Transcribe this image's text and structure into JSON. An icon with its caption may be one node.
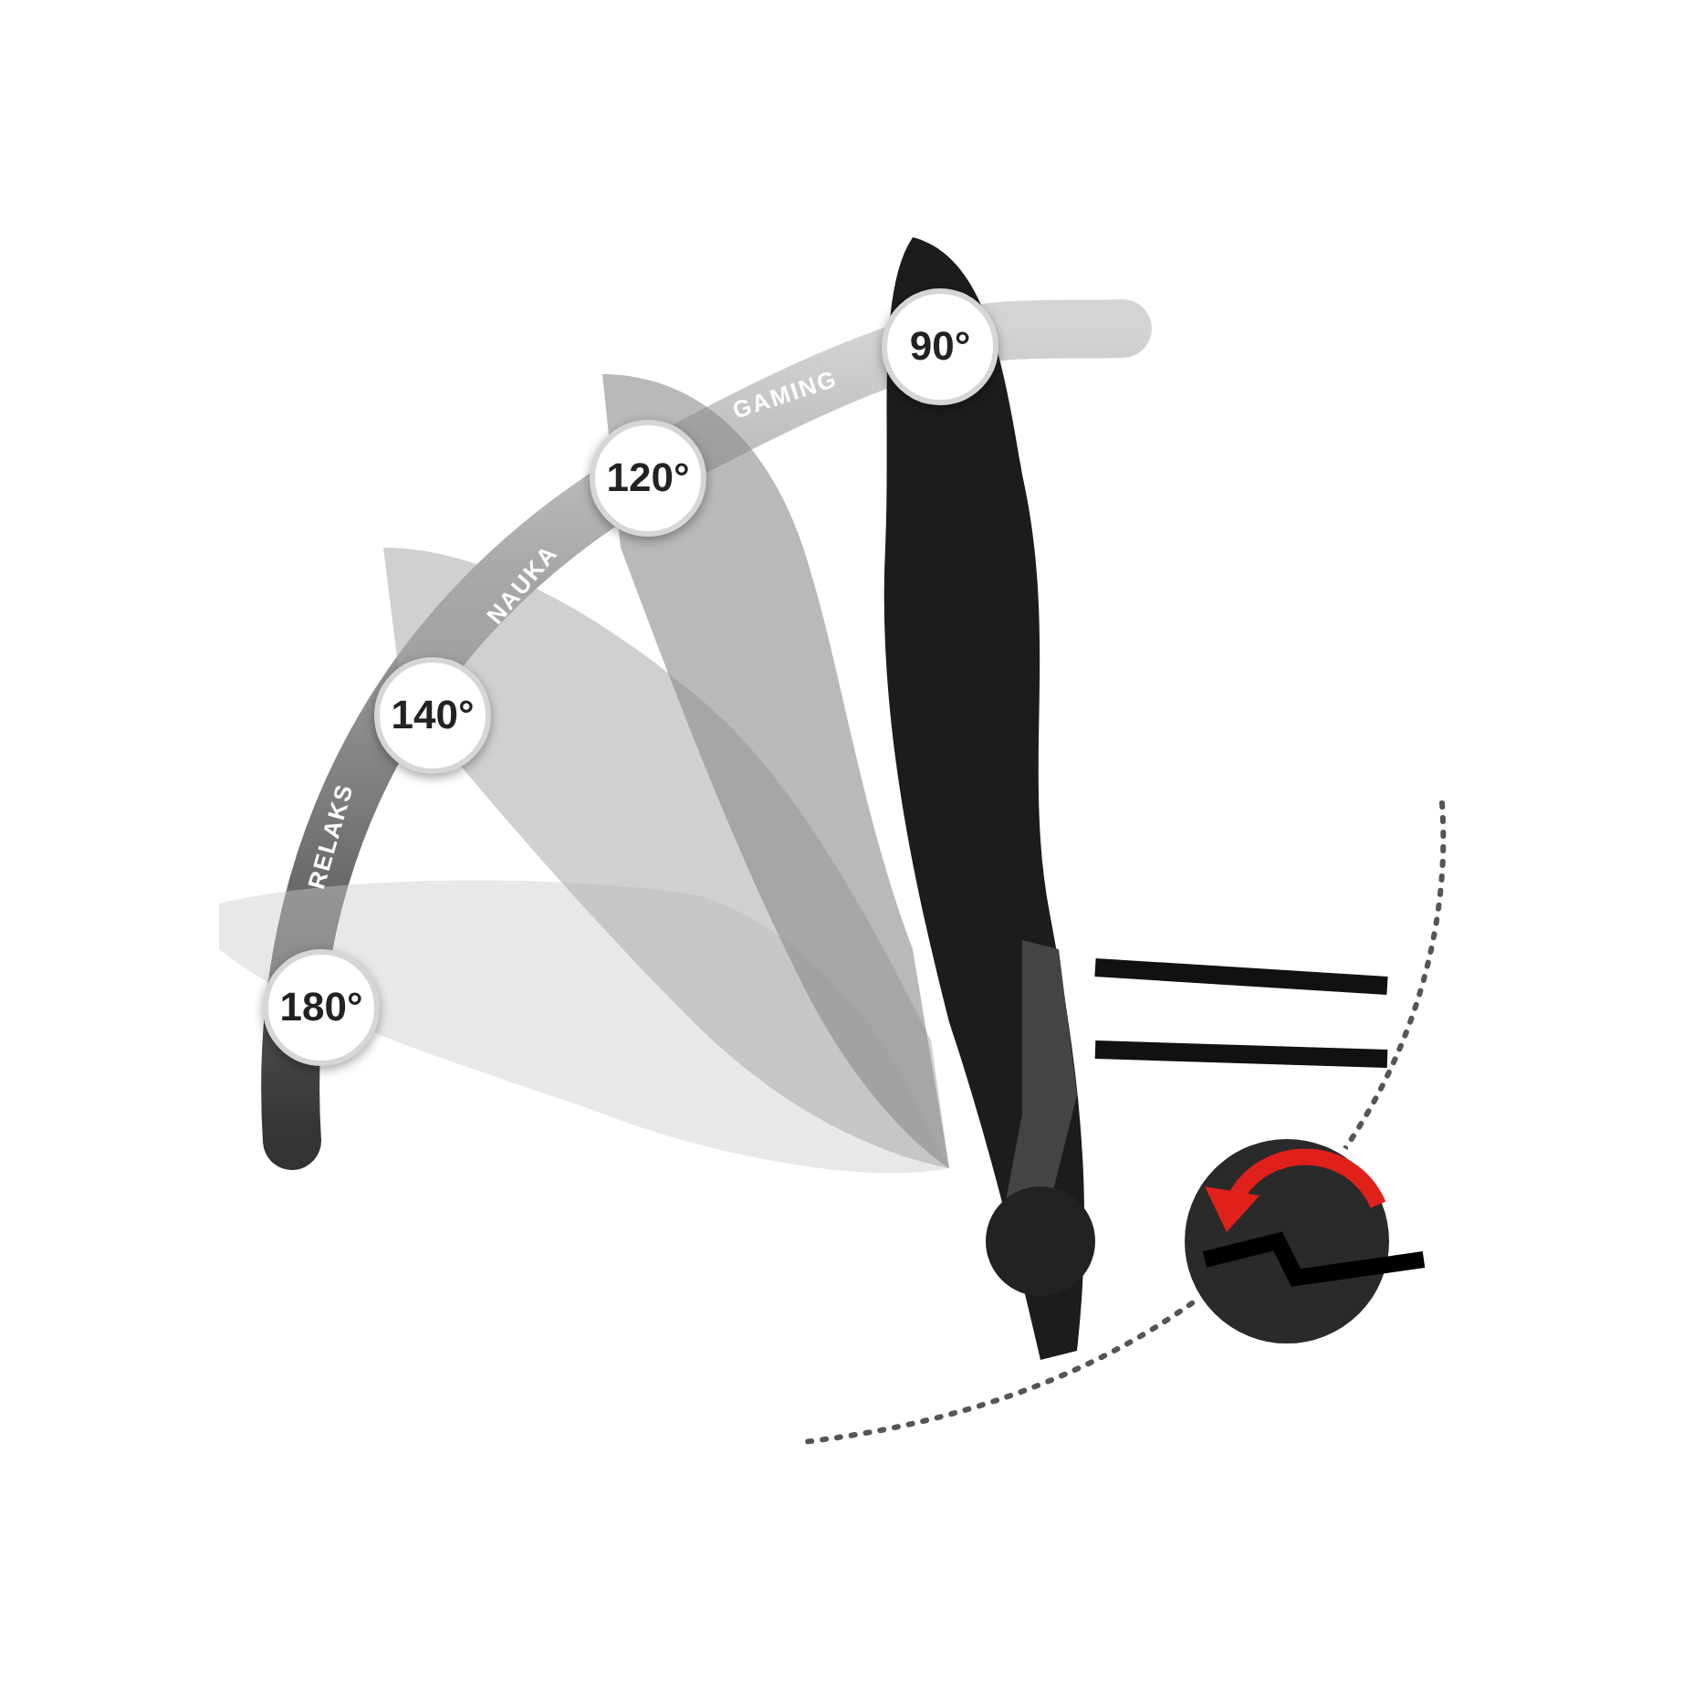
{
  "diagram": {
    "labels": [
      "90°",
      "GAMING",
      "120°",
      "NAUKA",
      "140°",
      "RELAKS",
      "180°"
    ]
  }
}
